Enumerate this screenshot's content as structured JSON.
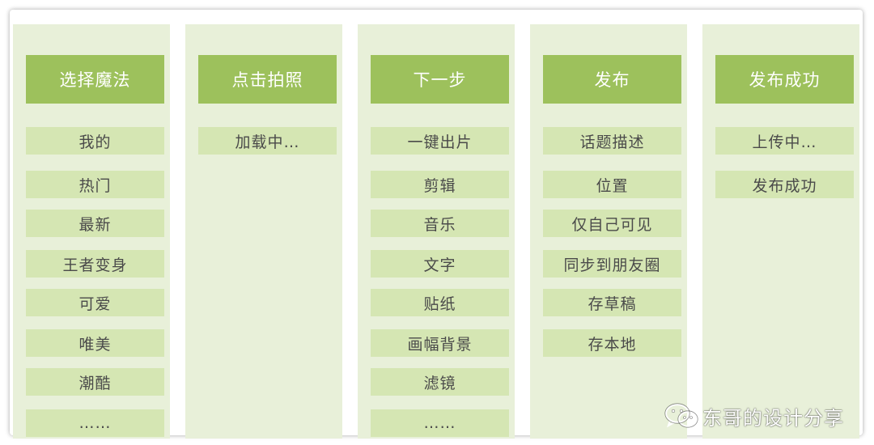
{
  "columns": [
    {
      "header": "选择魔法",
      "items": [
        "我的",
        "热门",
        "最新",
        "王者变身",
        "可爱",
        "唯美",
        "潮酷",
        "……"
      ]
    },
    {
      "header": "点击拍照",
      "items": [
        "加载中…"
      ]
    },
    {
      "header": "下一步",
      "items": [
        "一键出片",
        "剪辑",
        "音乐",
        "文字",
        "贴纸",
        "画幅背景",
        "滤镜",
        "……"
      ]
    },
    {
      "header": "发布",
      "items": [
        "话题描述",
        "位置",
        "仅自己可见",
        "同步到朋友圈",
        "存草稿",
        "存本地"
      ]
    },
    {
      "header": "发布成功",
      "items": [
        "上传中…",
        "发布成功"
      ]
    }
  ],
  "watermark": {
    "icon": "wechat-icon",
    "text": "东哥的设计分享"
  },
  "colors": {
    "column_background": "#e8f0d9",
    "header_background": "#9dc15c",
    "item_background": "#d5e6b3"
  }
}
